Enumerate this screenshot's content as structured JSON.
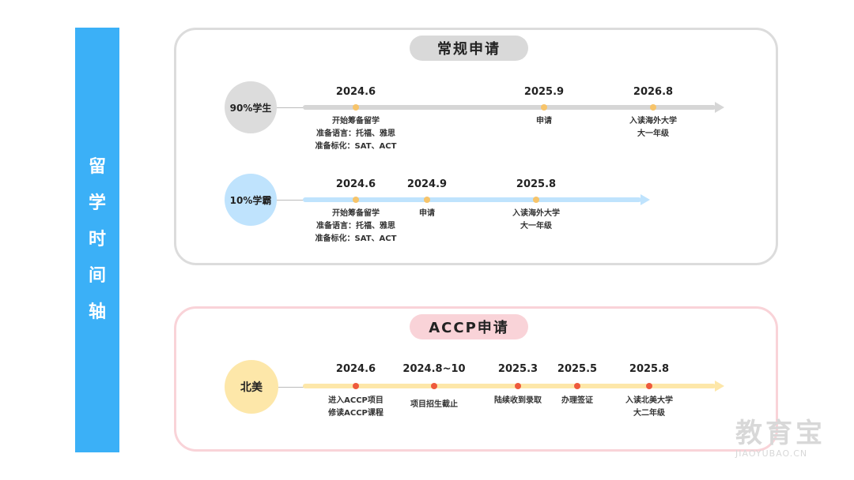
{
  "sidebar": {
    "title_chars": [
      "留",
      "学",
      "时",
      "间",
      "轴"
    ]
  },
  "regular": {
    "title": "常规申请",
    "rows": [
      {
        "label": "90%学生",
        "milestones": [
          {
            "date": "2024.6",
            "lines": [
              "开始筹备留学",
              "准备语言：托福、雅思",
              "准备标化：SAT、ACT"
            ]
          },
          {
            "date": "2025.9",
            "lines": [
              "申请"
            ]
          },
          {
            "date": "2026.8",
            "lines": [
              "入读海外大学",
              "大一年级"
            ]
          }
        ]
      },
      {
        "label": "10%学霸",
        "milestones": [
          {
            "date": "2024.6",
            "lines": [
              "开始筹备留学",
              "准备语言：托福、雅思",
              "准备标化：SAT、ACT"
            ]
          },
          {
            "date": "2024.9",
            "lines": [
              "申请"
            ]
          },
          {
            "date": "2025.8",
            "lines": [
              "入读海外大学",
              "大一年级"
            ]
          }
        ]
      }
    ]
  },
  "accp": {
    "title": "ACCP申请",
    "row": {
      "label": "北美",
      "milestones": [
        {
          "date": "2024.6",
          "lines": [
            "进入ACCP项目",
            "修读ACCP课程"
          ]
        },
        {
          "date": "2024.8~10",
          "lines": [
            "项目招生截止"
          ]
        },
        {
          "date": "2025.3",
          "lines": [
            "陆续收到录取"
          ]
        },
        {
          "date": "2025.5",
          "lines": [
            "办理签证"
          ]
        },
        {
          "date": "2025.8",
          "lines": [
            "入读北美大学",
            "大二年级"
          ]
        }
      ]
    }
  },
  "watermark": {
    "cn": "教育宝",
    "en": "JIAOYUBAO.CN"
  },
  "colors": {
    "banner": "#3bb0f7",
    "gray_track": "#d6d6d6",
    "gray_dot": "#f7c46a",
    "blue_track": "#bfe3fd",
    "blue_dot": "#f7c46a",
    "yellow_track": "#fde7a9",
    "red_dot": "#ee5a3c"
  }
}
